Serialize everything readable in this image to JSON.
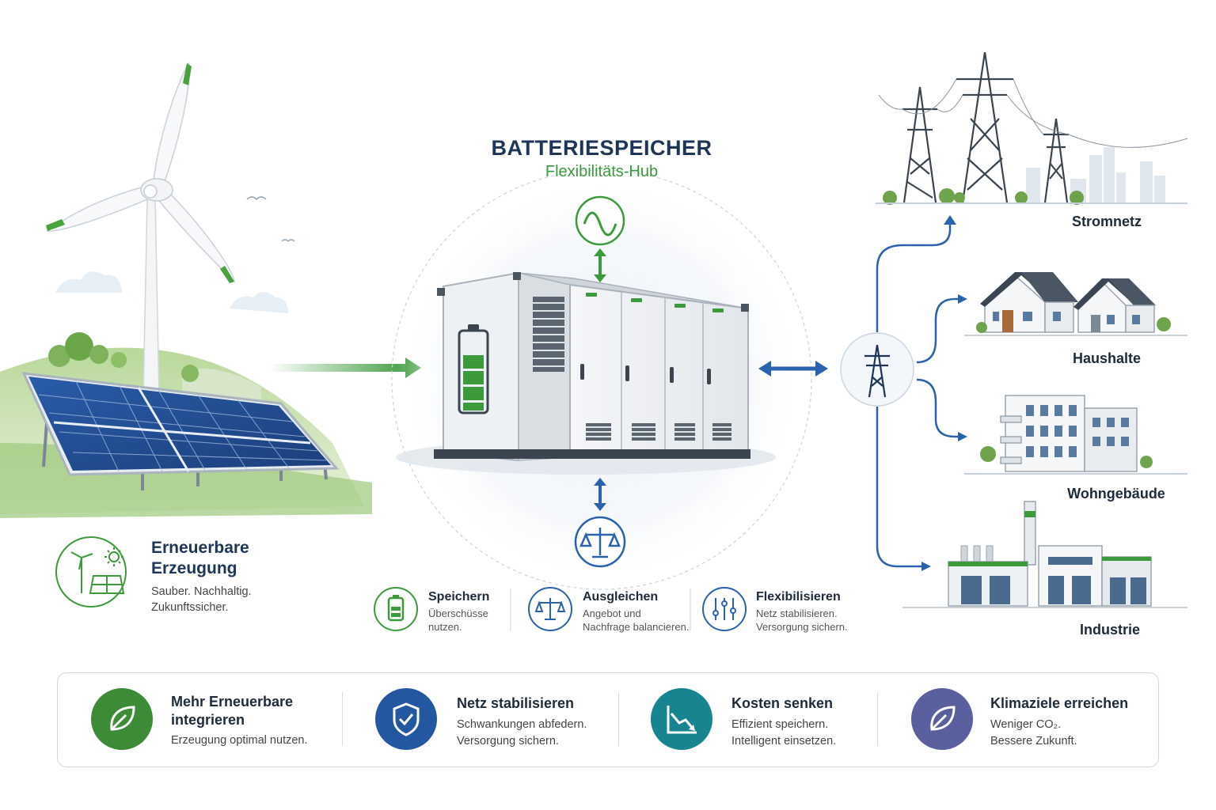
{
  "hub": {
    "title": "BATTERIESPEICHER",
    "subtitle": "Flexibilitäts-Hub"
  },
  "source": {
    "title_line1": "Erneuerbare",
    "title_line2": "Erzeugung",
    "desc_line1": "Sauber. Nachhaltig.",
    "desc_line2": "Zukunftssicher."
  },
  "consumers": [
    {
      "label": "Stromnetz"
    },
    {
      "label": "Haushalte"
    },
    {
      "label": "Wohngebäude"
    },
    {
      "label": "Industrie"
    }
  ],
  "functions": [
    {
      "title": "Speichern",
      "desc_line1": "Überschüsse",
      "desc_line2": "nutzen."
    },
    {
      "title": "Ausgleichen",
      "desc_line1": "Angebot und",
      "desc_line2": "Nachfrage balancieren."
    },
    {
      "title": "Flexibilisieren",
      "desc_line1": "Netz stabilisieren.",
      "desc_line2": "Versorgung sichern."
    }
  ],
  "benefits": [
    {
      "title_line1": "Mehr Erneuerbare",
      "title_line2": "integrieren",
      "desc_line1": "Erzeugung optimal nutzen.",
      "desc_line2": "",
      "color": "#3d8b37"
    },
    {
      "title_line1": "Netz stabilisieren",
      "title_line2": "",
      "desc_line1": "Schwankungen abfedern.",
      "desc_line2": "Versorgung sichern.",
      "color": "#23579f"
    },
    {
      "title_line1": "Kosten senken",
      "title_line2": "",
      "desc_line1": "Effizient speichern.",
      "desc_line2": "Intelligent einsetzen.",
      "color": "#17848f"
    },
    {
      "title_line1": "Klimaziele erreichen",
      "title_line2": "",
      "desc_line1": "Weniger CO₂.",
      "desc_line2": "Bessere Zukunft.",
      "color": "#5a5f9e"
    }
  ],
  "colors": {
    "green": "#3d9a3c",
    "blue": "#2a62ad",
    "navy": "#1d3557"
  }
}
